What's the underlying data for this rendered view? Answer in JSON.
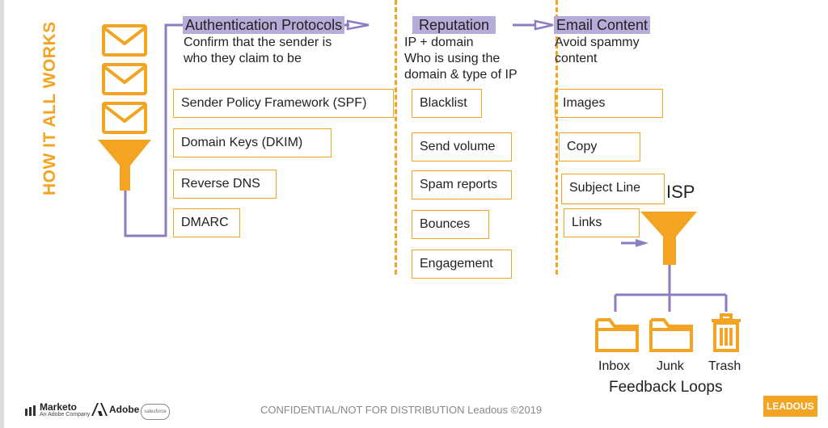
{
  "title": "HOW IT ALL WORKS",
  "columns": {
    "authentication": {
      "heading": "Authentication Protocols",
      "subtitle_lines": [
        "Confirm that the sender is",
        "who they claim to be"
      ],
      "items": [
        "Sender Policy Framework (SPF)",
        "Domain Keys (DKIM)",
        "Reverse DNS",
        "DMARC"
      ]
    },
    "reputation": {
      "heading": "Reputation",
      "subtitle_lines": [
        "IP + domain",
        "Who is using the",
        "domain & type of IP"
      ],
      "items": [
        "Blacklist",
        "Send volume",
        "Spam reports",
        "Bounces",
        "Engagement"
      ]
    },
    "content": {
      "heading": "Email Content",
      "subtitle_lines": [
        "Avoid spammy",
        "content"
      ],
      "items": [
        "Images",
        "Copy",
        "Subject Line",
        "Links"
      ]
    }
  },
  "isp": {
    "label": "ISP",
    "folders": [
      "Inbox",
      "Junk",
      "Trash"
    ],
    "feedback": "Feedback Loops"
  },
  "footer": {
    "confidential": "CONFIDENTIAL/NOT FOR DISTRIBUTION  Leadous ©2019",
    "logos": [
      "Marketo",
      "An Adobe Company",
      "Adobe",
      "salesforce"
    ],
    "brand": "LEADOUS"
  },
  "colors": {
    "accent": "#f2a422",
    "highlight": "#b7acd9",
    "connector": "#8e7cc3"
  },
  "icons": [
    "envelope-icon",
    "funnel-icon",
    "folder-icon",
    "trash-icon",
    "arrow-icon"
  ]
}
